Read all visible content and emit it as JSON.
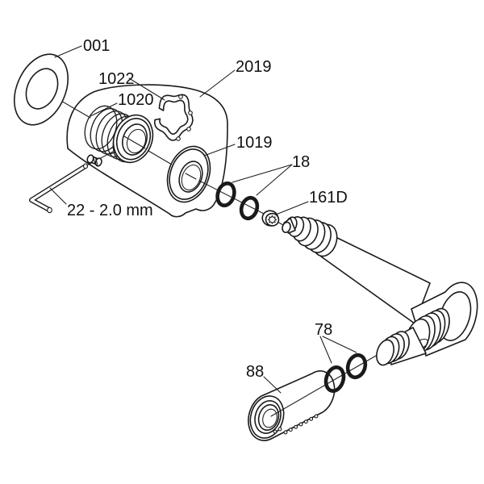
{
  "figure": {
    "kind": "exploded-parts-line-drawing",
    "background_color": "#ffffff",
    "line_color": "#1a1a1a",
    "oring_color": "#111111"
  },
  "labels": {
    "part_001": "001",
    "part_1022": "1022",
    "part_2019": "2019",
    "part_1020": "1020",
    "part_1019": "1019",
    "part_18": "18",
    "part_161d": "161D",
    "part_22": "22 - 2.0 mm",
    "part_78": "78",
    "part_88": "88"
  }
}
